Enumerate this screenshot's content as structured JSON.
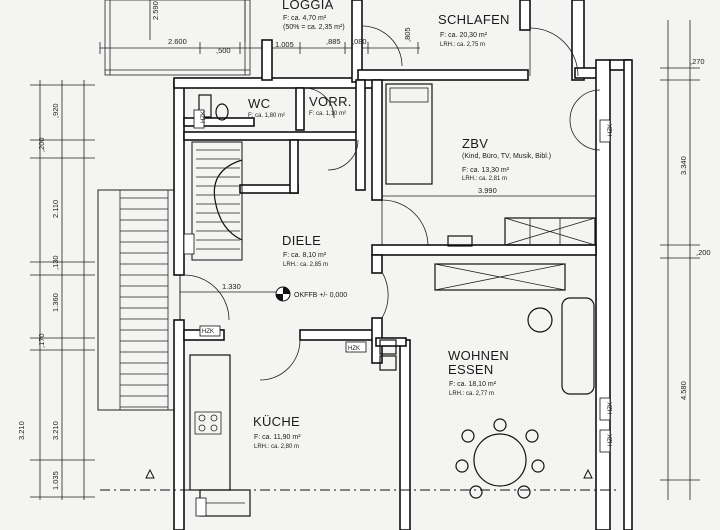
{
  "rooms": {
    "loggia": {
      "name": "LOGGIA",
      "area": "F: ca. 4,70 m²",
      "note": "(50% = ca. 2,35 m²)"
    },
    "schlafen": {
      "name": "SCHLAFEN",
      "area": "F: ca. 20,30 m²",
      "height": "LRH.: ca. 2,75 m"
    },
    "wc": {
      "name": "WC",
      "area": "F: ca. 1,80 m²"
    },
    "vorr": {
      "name": "VORR.",
      "area": "F: ca. 1,10 m²"
    },
    "zbv": {
      "name": "ZBV",
      "use": "(Kind, Büro, TV, Musik, Bibl.)",
      "area": "F: ca. 13,30 m²",
      "height": "LRH.: ca. 2,81 m"
    },
    "diele": {
      "name": "DIELE",
      "area": "F: ca. 8,10 m²",
      "height": "LRH.: ca. 2,85 m"
    },
    "wohnen": {
      "name": "WOHNEN",
      "name2": "ESSEN",
      "area": "F: ca. 18,10 m²",
      "height": "LRH.: ca. 2,77 m"
    },
    "kueche": {
      "name": "KÜCHE",
      "area": "F: ca. 11,90 m²",
      "height": "LRH.: ca. 2,80 m"
    }
  },
  "level_marker": "OKFFB +/- 0,000",
  "hzk_label": "HZK",
  "dimensions": {
    "d2600": "2.600",
    "d500": ",500",
    "d1005": "1.005",
    "d885": ",885",
    "d080": ",080",
    "d805": ",805",
    "d3990": "3.990",
    "d1330": "1.330",
    "d2590": "2.590",
    "left_920": ",920",
    "left_200": ",200",
    "left_2110": "2.110",
    "left_130": ",130",
    "left_1360": "1.360",
    "left_170": ",170",
    "left_3210a": "3.210",
    "left_3210b": "3.210",
    "left_1035": "1.035",
    "right_270": ",270",
    "right_3340": "3.340",
    "right_200": ",200",
    "right_4580": "4.580"
  }
}
